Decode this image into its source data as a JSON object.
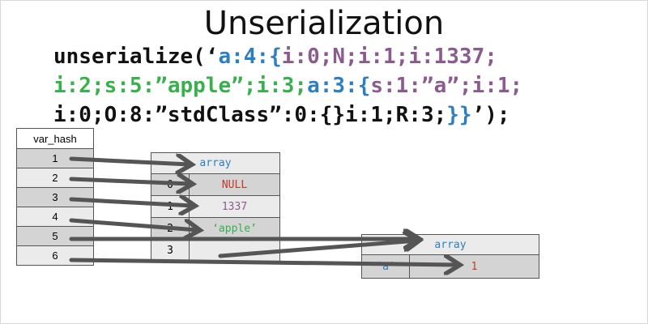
{
  "title": "Unserialization",
  "code": {
    "line1": [
      {
        "t": "unserialize(‘",
        "c": "#111111"
      },
      {
        "t": "a:4:",
        "c": "#2e7fc2"
      },
      {
        "t": "{",
        "c": "#2e7fc2"
      },
      {
        "t": "i:0;N;i:1;i:1337;",
        "c": "#8b5a8f"
      }
    ],
    "line2": [
      {
        "t": "i:2;s:5:”apple”;i:3;",
        "c": "#3aaf4e"
      },
      {
        "t": "a:3:",
        "c": "#2e7fc2"
      },
      {
        "t": "{",
        "c": "#2e7fc2"
      },
      {
        "t": "s:1:”a”;i:1;",
        "c": "#8b5a8f"
      }
    ],
    "line3": [
      {
        "t": "i:0;O:8:”stdClass”:0:{}i:1;R:3;",
        "c": "#111111"
      },
      {
        "t": "}}",
        "c": "#2e7fc2"
      },
      {
        "t": "’);",
        "c": "#111111"
      }
    ]
  },
  "var_hash": {
    "header": "var_hash",
    "rows": [
      "1",
      "2",
      "3",
      "4",
      "5",
      "6"
    ]
  },
  "array1": {
    "header": "array",
    "rows": [
      {
        "key": "0",
        "value": "NULL",
        "value_color": "#c0392b"
      },
      {
        "key": "1",
        "value": "1337",
        "value_color": "#8b5a8f"
      },
      {
        "key": "2",
        "value": "‘apple’",
        "value_color": "#3aaf4e"
      },
      {
        "key": "3",
        "value": "",
        "value_color": "#000000"
      }
    ]
  },
  "array2": {
    "header": "array",
    "rows": [
      {
        "key": "‘a’",
        "value": "1",
        "value_color": "#c0392b"
      }
    ]
  },
  "colors": {
    "gray_cell": "#d4d4d4",
    "light_cell": "#ebebeb",
    "border": "#555555",
    "arrow": "#555555",
    "array_header": "#2e7fc2"
  }
}
